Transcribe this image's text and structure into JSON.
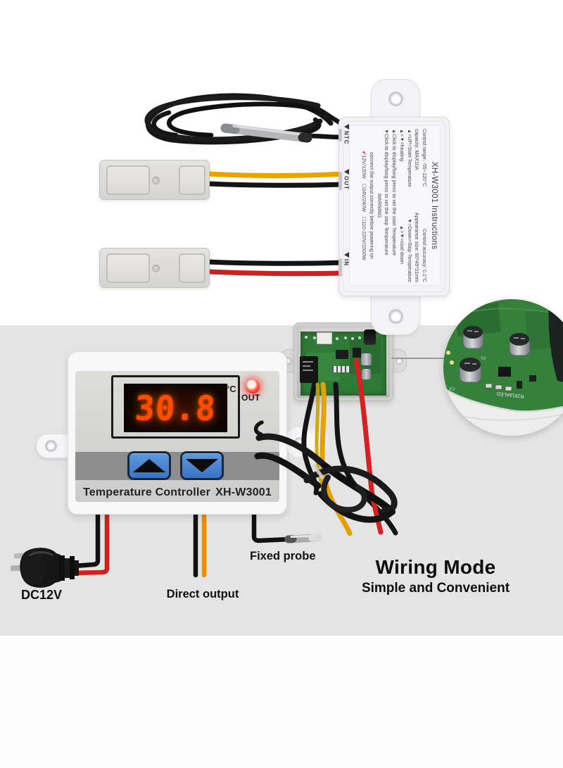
{
  "instructions_device": {
    "title": "XH-W3001 Instructions",
    "specs": [
      {
        "left": "Control range: -55~120°C",
        "right": "Control accuracy: 0.1°C"
      },
      {
        "left": "capacity: MAX10A",
        "right": "Appearance size: 60*45*31mm"
      },
      {
        "left": "▲=UP=Start Temperature",
        "right": "▼=Down=Stop Temperature"
      },
      {
        "left": "▲<▼=heating",
        "right": "▲>▼=cool down"
      }
    ],
    "notes": [
      "▲Click to display/long press to set the start Temperature",
      "▼Click to display/long press to set the stop Temperature"
    ],
    "warning_title": "WARNING",
    "warning_text": "connect the output correctly before powering on",
    "power_options": [
      {
        "mark": "✔",
        "label": "12V/120W",
        "checked": true
      },
      {
        "mark": "☐",
        "label": "24V/240W",
        "checked": false
      },
      {
        "mark": "☐",
        "label": "110-220V/1500W",
        "checked": false
      }
    ],
    "ports": [
      {
        "label": "NTC"
      },
      {
        "label": "OUT"
      },
      {
        "label": "IN"
      }
    ]
  },
  "controller": {
    "display_value": "30.8",
    "unit": "°C",
    "out_label": "OUT",
    "name": "Temperature Controller",
    "model": "XH-W3001"
  },
  "pcb_closeup": {
    "markings": [
      "R2818ALED",
      "C3",
      "D1"
    ]
  },
  "wiring": {
    "headline": "Wiring Mode",
    "subheadline": "Simple and Convenient",
    "power_label": "DC12V",
    "output_label": "Direct output",
    "probe_label": "Fixed probe"
  },
  "colors": {
    "background_gray": "#e4e4e4",
    "digit_orange": "#ff4d00",
    "led_red": "#e82222",
    "button_blue": "#3e7ecb",
    "wire_yellow": "#e2a300",
    "wire_red": "#d42222",
    "wire_orange": "#f08c00",
    "pcb_green": "#35813c"
  }
}
